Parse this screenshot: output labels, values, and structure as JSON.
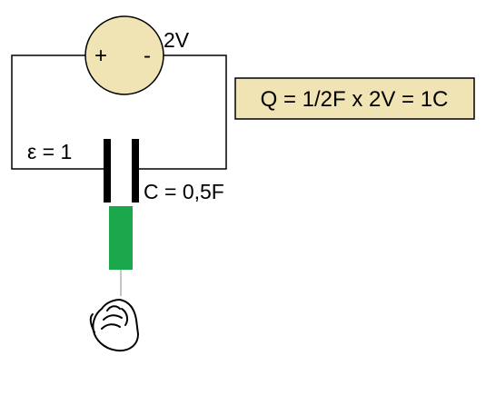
{
  "source": {
    "voltage_label": "2V",
    "plus_sign": "+",
    "minus_sign": "-",
    "fill_color": "#f0e3b4"
  },
  "dielectric": {
    "permittivity_label": "ε = 1",
    "slab_color": "#1aa64a"
  },
  "capacitor": {
    "capacitance_label": "C = 0,5F"
  },
  "formula": {
    "text": "Q = 1/2F x 2V = 1C",
    "box_color": "#f0e3b4"
  },
  "hand": {
    "icon": "pulling-hand-icon"
  }
}
